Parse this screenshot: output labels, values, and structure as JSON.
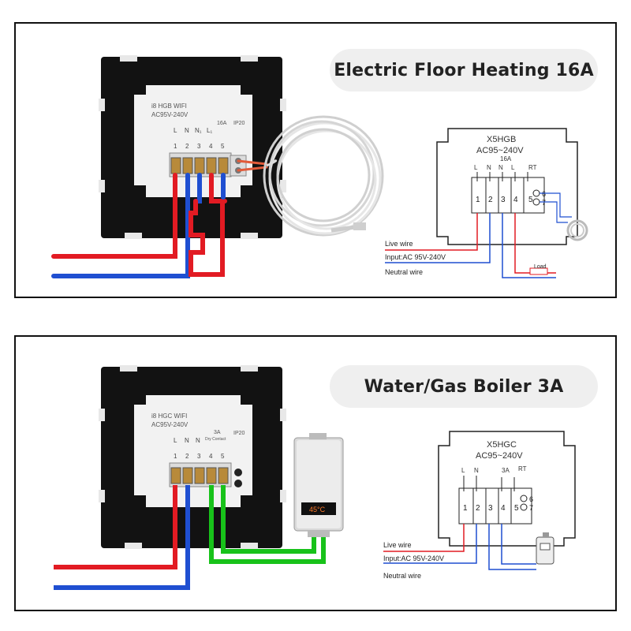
{
  "colors": {
    "live": "#e21b23",
    "neutral": "#1f4fd1",
    "dry": "#18c21a",
    "load": "#e21b23"
  },
  "panels": [
    {
      "title": "Electric Floor Heating 16A",
      "device_label": {
        "model": "i8 HGB WIFI",
        "voltage": "AC95V-240V",
        "rating": "16A",
        "ip": "IP20"
      },
      "terminal_letters": [
        "L",
        "N",
        "N₁",
        "L₁"
      ],
      "terminal_numbers": [
        "1",
        "2",
        "3",
        "4",
        "5"
      ],
      "schematic": {
        "model": "X5HGB",
        "voltage": "AC95~240V",
        "rating": "16A",
        "letters": [
          "L",
          "N",
          "N",
          "L",
          "RT"
        ],
        "numbers": [
          "1",
          "2",
          "3",
          "4",
          "5"
        ],
        "sensor_numbers": [
          "6",
          "7"
        ],
        "live_label": "Live wire",
        "input_label": "Input:AC 95V-240V",
        "neutral_label": "Neutral wire",
        "load_label": "Load"
      }
    },
    {
      "title": "Water/Gas Boiler 3A",
      "device_label": {
        "model": "i8 HGC WIFI",
        "voltage": "AC95V-240V",
        "rating": "3A",
        "dry": "Dry Contact",
        "ip": "IP20"
      },
      "terminal_letters": [
        "L",
        "N",
        "N"
      ],
      "terminal_numbers": [
        "1",
        "2",
        "3",
        "4",
        "5"
      ],
      "boiler_display": "45°C",
      "schematic": {
        "model": "X5HGC",
        "voltage": "AC95~240V",
        "rating": "3A",
        "letters": [
          "L",
          "N",
          "RT"
        ],
        "numbers": [
          "1",
          "2",
          "3",
          "4",
          "5"
        ],
        "sensor_numbers": [
          "6",
          "7"
        ],
        "live_label": "Live wire",
        "input_label": "Input:AC 95V-240V",
        "neutral_label": "Neutral wire"
      }
    }
  ]
}
